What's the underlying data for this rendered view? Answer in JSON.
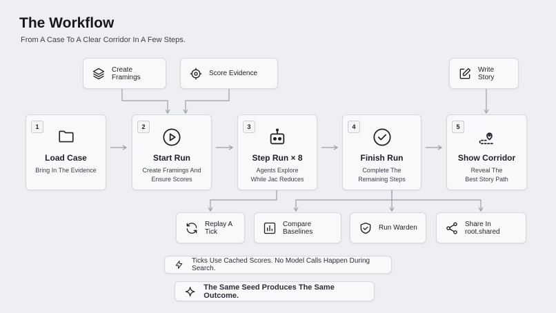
{
  "header": {
    "title": "The Workflow",
    "subtitle": "From A Case To A Clear Corridor In A Few Steps."
  },
  "steps": [
    {
      "number": "1",
      "title": "Load Case",
      "desc_lines": [
        "Bring In The Evidence"
      ],
      "icon": "folder-icon"
    },
    {
      "number": "2",
      "title": "Start Run",
      "desc_lines": [
        "Create Framings And",
        "Ensure Scores"
      ],
      "icon": "play-icon"
    },
    {
      "number": "3",
      "title": "Step Run × 8",
      "desc_lines": [
        "Agents Explore",
        "While Jac Reduces"
      ],
      "icon": "robot-icon"
    },
    {
      "number": "4",
      "title": "Finish Run",
      "desc_lines": [
        "Complete The",
        "Remaining Steps"
      ],
      "icon": "check-circle-icon"
    },
    {
      "number": "5",
      "title": "Show Corridor",
      "desc_lines": [
        "Reveal The",
        "Best Story Path"
      ],
      "icon": "map-pin-route-icon"
    }
  ],
  "inputs": [
    {
      "label": "Create Framings",
      "icon": "layers-icon"
    },
    {
      "label": "Score Evidence",
      "icon": "target-icon"
    },
    {
      "label": "Write Story",
      "icon": "edit-icon"
    }
  ],
  "outputs": [
    {
      "label": "Replay A Tick",
      "icon": "refresh-icon"
    },
    {
      "label": "Compare Baselines",
      "icon": "bar-chart-icon"
    },
    {
      "label": "Run Warden",
      "icon": "shield-check-icon"
    },
    {
      "label": "Share In root.shared",
      "icon": "share-icon"
    }
  ],
  "notes": [
    {
      "text": "Ticks Use Cached Scores. No Model Calls Happen During Search.",
      "icon": "lightning-icon"
    },
    {
      "text": "The Same Seed Produces The Same Outcome.",
      "icon": "sparkle-icon"
    }
  ],
  "colors": {
    "background": "#eeeff2",
    "card": "#f9f9fb",
    "border": "#d6d8dd",
    "connector": "#9a9ea6"
  }
}
